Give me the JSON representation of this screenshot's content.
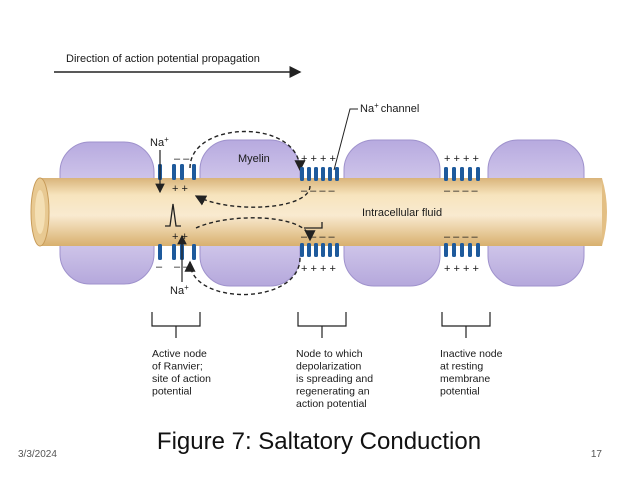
{
  "diagram": {
    "direction_label": "Direction of action potential propagation",
    "myelin_label": "Myelin",
    "na_channel_label": "Na",
    "na_channel_suffix": "channel",
    "na_plus_sup": "+",
    "intracellular_label": "Intracellular fluid",
    "na_top": "Na",
    "na_bottom": "Na",
    "plus_signs": "+ + + +",
    "minus_signs": "– – – –",
    "node_labels": [
      [
        "Active node",
        "of Ranvier;",
        "site of action",
        "potential"
      ],
      [
        "Node to which",
        "depolarization",
        "is spreading and",
        "regenerating an",
        "action potential"
      ],
      [
        "Inactive node",
        "at resting",
        "membrane",
        "potential"
      ]
    ]
  },
  "caption": "Figure 7: Saltatory Conduction",
  "footer": {
    "date": "3/3/2024",
    "page": "17"
  },
  "colors": {
    "axon": "#f2d9a8",
    "myelin": "#c8bde6",
    "channel": "#1e5a9c"
  }
}
